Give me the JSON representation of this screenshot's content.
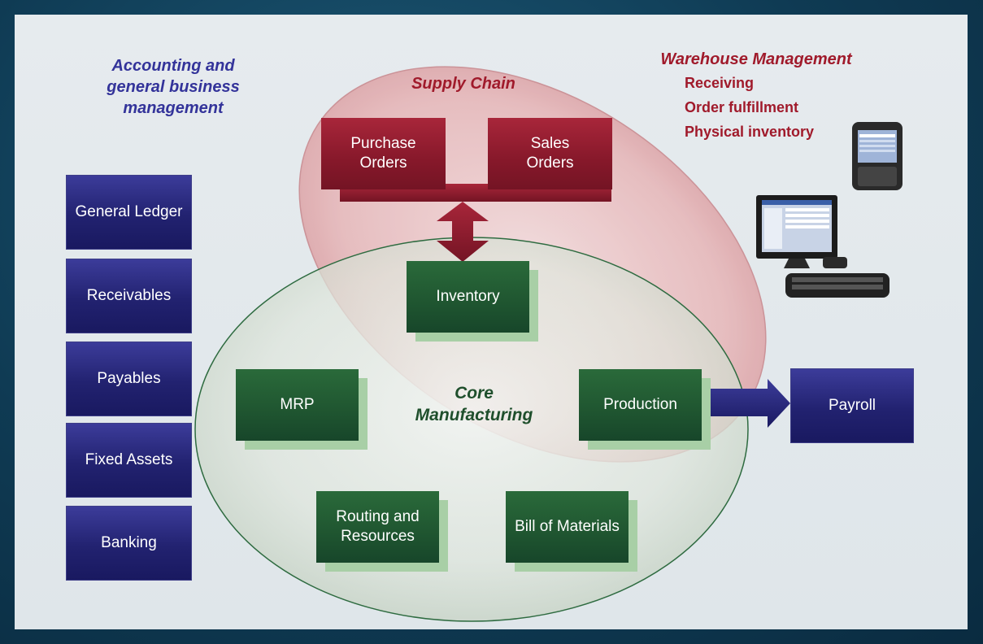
{
  "headings": {
    "accounting": "Accounting and general business management",
    "supply_chain": "Supply Chain",
    "warehouse": "Warehouse Management",
    "core": "Core Manufacturing"
  },
  "warehouse_items": [
    "Receiving",
    "Order fulfillment",
    "Physical inventory"
  ],
  "accounting_modules": [
    "General Ledger",
    "Receivables",
    "Payables",
    "Fixed Assets",
    "Banking"
  ],
  "supply_chain_modules": {
    "purchase_orders": "Purchase Orders",
    "sales_orders": "Sales Orders"
  },
  "core_modules": {
    "inventory": "Inventory",
    "mrp": "MRP",
    "production": "Production",
    "routing": "Routing and Resources",
    "bom": "Bill of Materials"
  },
  "external": {
    "payroll": "Payroll"
  },
  "colors": {
    "accounting_heading": "#33339a",
    "supply_heading": "#a01a2b",
    "core_heading": "#1f4f2c",
    "blue_box": "#222270",
    "green_box": "#1f5530",
    "red_box": "#86182a"
  }
}
